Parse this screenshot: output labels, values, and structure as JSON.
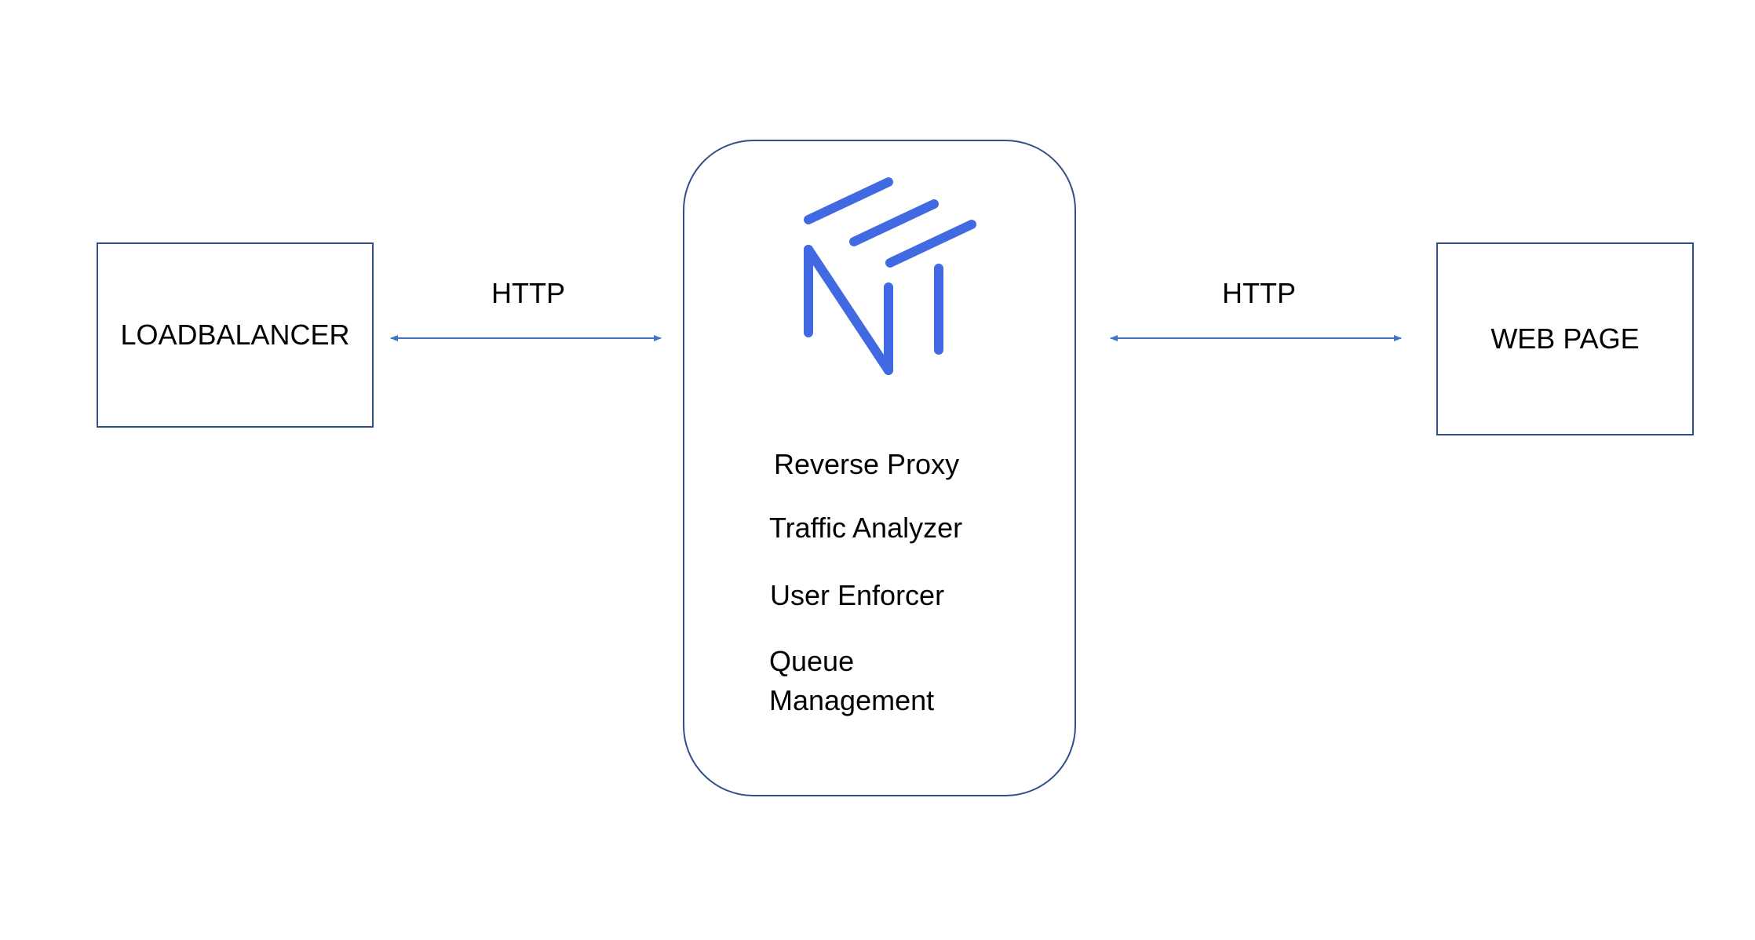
{
  "nodes": {
    "loadbalancer": {
      "label": "LOADBALANCER"
    },
    "web_page": {
      "label": "WEB PAGE"
    },
    "proxy": {
      "features": [
        "Reverse Proxy",
        "Traffic Analyzer",
        "User Enforcer",
        "Queue Management"
      ]
    }
  },
  "edges": [
    {
      "from": "LOADBALANCER",
      "to": "proxy",
      "label": "HTTP",
      "direction": "bidirectional"
    },
    {
      "from": "proxy",
      "to": "WEB PAGE",
      "label": "HTTP",
      "direction": "bidirectional"
    }
  ],
  "colors": {
    "border": "#2f4f86",
    "arrow": "#4472c4",
    "logo": "#4169e1"
  },
  "icons": {
    "logo": "queue-it-logo-icon"
  }
}
